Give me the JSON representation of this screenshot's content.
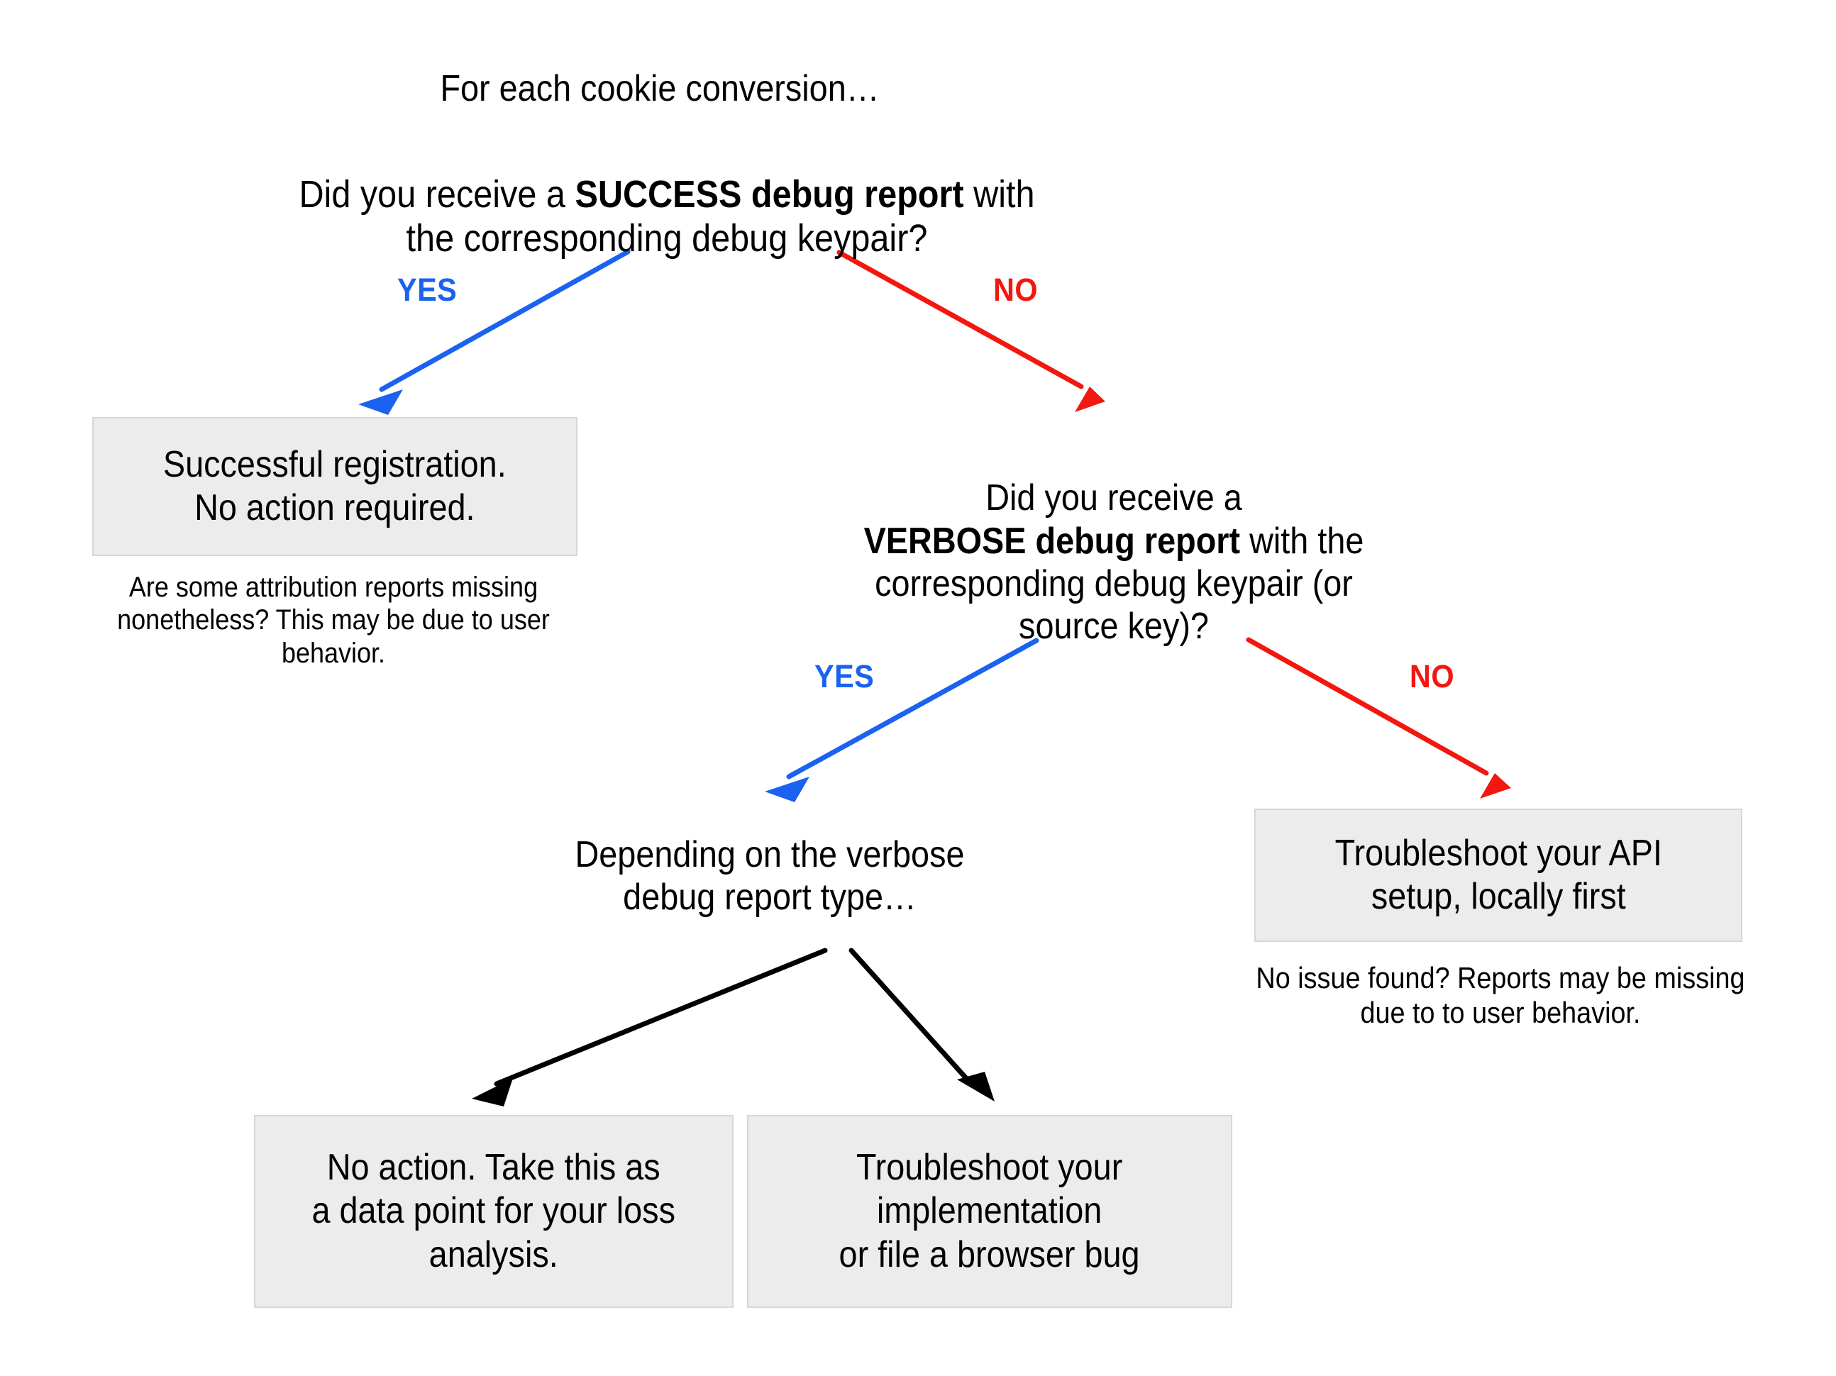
{
  "diagram": {
    "title": "For each cookie conversion…",
    "background_color": "#ffffff",
    "box_fill": "#ececec",
    "box_border": "#d7d7d7",
    "yes_color": "#1a62ef",
    "no_color": "#f2170f",
    "neutral_arrow_color": "#000000"
  },
  "questions": {
    "one": {
      "prefix": "Did you receive a ",
      "emphasis": "SUCCESS debug report",
      "suffix": " with the corresponding debug keypair?"
    },
    "two": {
      "prefix": "Did you receive a\n",
      "emphasis": "VERBOSE debug report",
      "suffix": " with the corresponding debug keypair (or source key)?"
    }
  },
  "edges": {
    "yes_label_1": "YES",
    "no_label_1": "NO",
    "yes_label_2": "YES",
    "no_label_2": "NO"
  },
  "nodes": {
    "success": "Successful registration.\nNo action required.",
    "success_note": "Are some attribution reports missing nonetheless? This may be due to user behavior.",
    "verbose_type": "Depending on the verbose debug report type…",
    "api_setup": "Troubleshoot your API\nsetup, locally first",
    "api_note": "No issue found? Reports may be missing due to to user behavior.",
    "no_action": "No action. Take this as\na data point for your loss\nanalysis.",
    "implementation": "Troubleshoot your\nimplementation\nor file a browser bug"
  }
}
